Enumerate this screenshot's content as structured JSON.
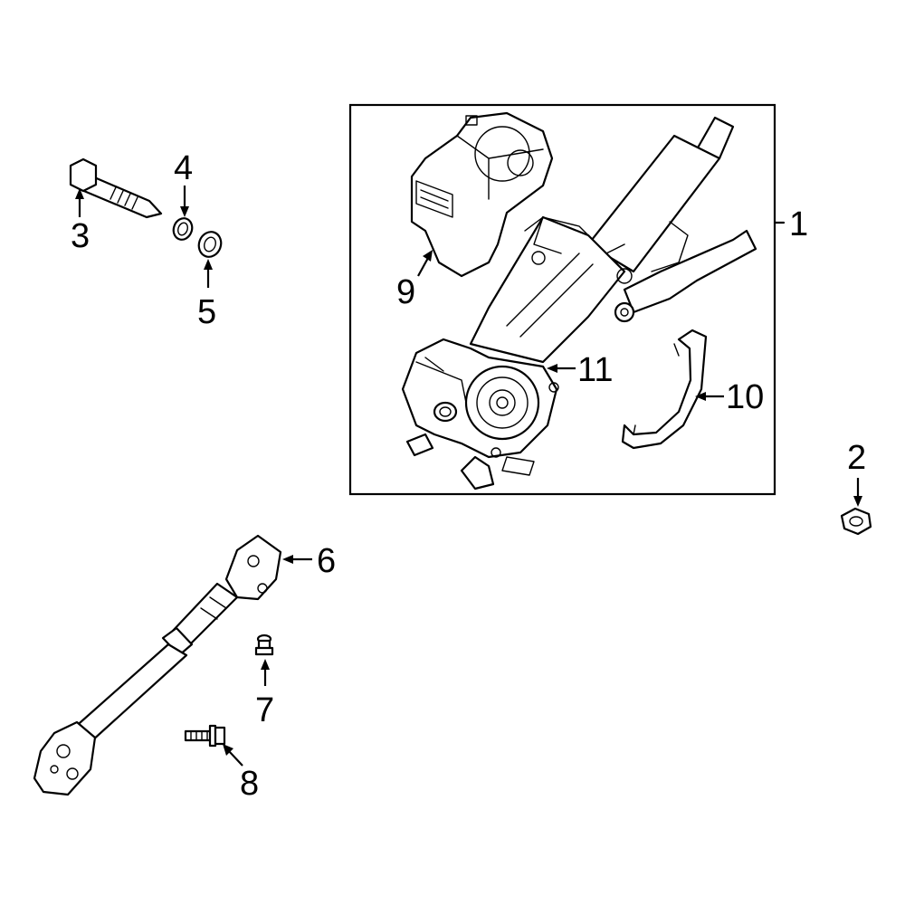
{
  "highlight_color": "#3a5fcd",
  "callouts": {
    "c1": "1",
    "c2": "2",
    "c3": "3",
    "c4": "4",
    "c5": "5",
    "c6": "6",
    "c7": "7",
    "c8": "8",
    "c9": "9",
    "c10": "10",
    "c11": "11"
  }
}
